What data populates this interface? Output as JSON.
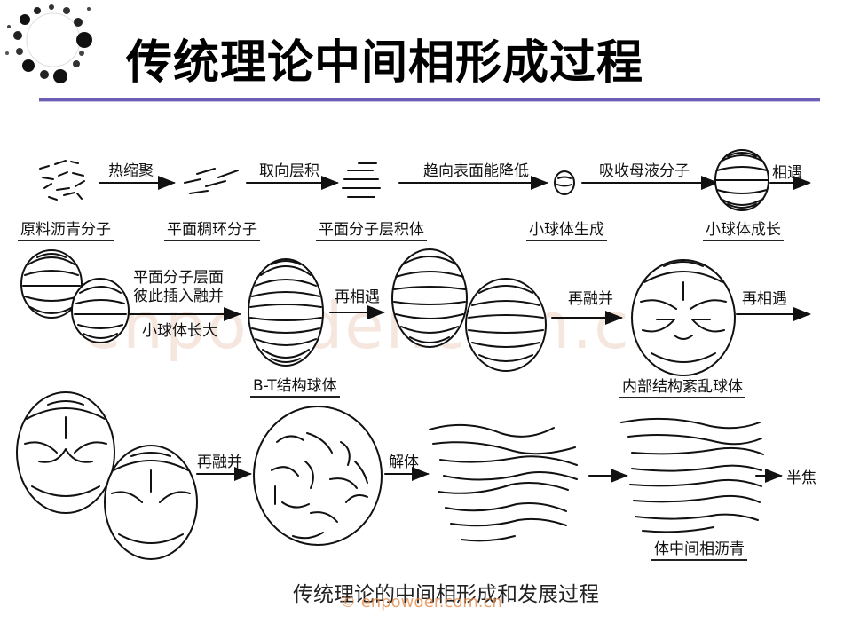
{
  "slide": {
    "title": "传统理论中间相形成过程",
    "caption": "传统理论的中间相形成和发展过程",
    "watermark": "© enpowder.com.cn",
    "background_watermark": "enpowder.com.cn",
    "accent_color": "#6b5fb5"
  },
  "diagram": {
    "labels": {
      "raw_molecules": "原料沥青分子",
      "planar_rings": "平面稠环分子",
      "stacks": "平面分子层积体",
      "sphere_born": "小球体生成",
      "sphere_grow": "小球体成长",
      "bt_sphere": "B-T结构球体",
      "disordered_sphere": "内部结构紊乱球体",
      "bulk_mesophase": "体中间相沥青"
    },
    "arrows": {
      "a1": "热缩聚",
      "a2": "取向层积",
      "a3": "趋向表面能降低",
      "a4": "吸收母液分子",
      "a5": "相遇",
      "a6_line1": "平面分子层面",
      "a6_line2": "彼此插入融并",
      "a6_line3": "小球体长大",
      "a7": "再相遇",
      "a8": "再融并",
      "a9": "再相遇",
      "a10": "再融并",
      "a11": "解体",
      "a12": "半焦"
    }
  }
}
